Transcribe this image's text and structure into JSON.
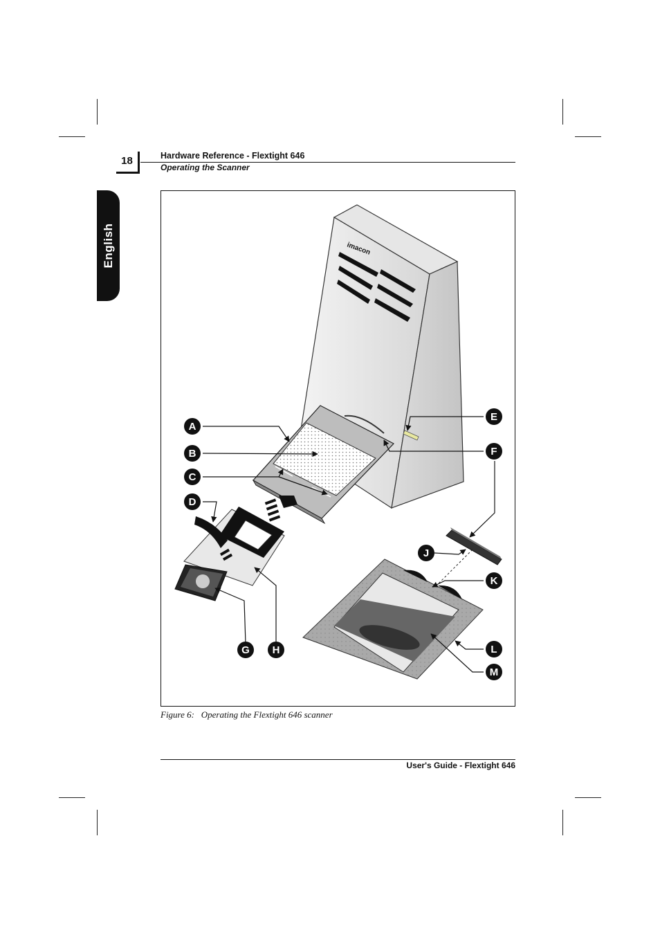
{
  "page": {
    "number": "18",
    "header_title": "Hardware Reference - Flextight 646",
    "header_subtitle": "Operating the Scanner",
    "language_tab": "English",
    "footer": "User's Guide - Flextight 646"
  },
  "figure": {
    "caption": "Figure 6:   Operating the Flextight 646 scanner",
    "brand_logo": "imacon",
    "callouts": [
      "A",
      "B",
      "C",
      "D",
      "E",
      "F",
      "G",
      "H",
      "J",
      "K",
      "L",
      "M"
    ]
  }
}
